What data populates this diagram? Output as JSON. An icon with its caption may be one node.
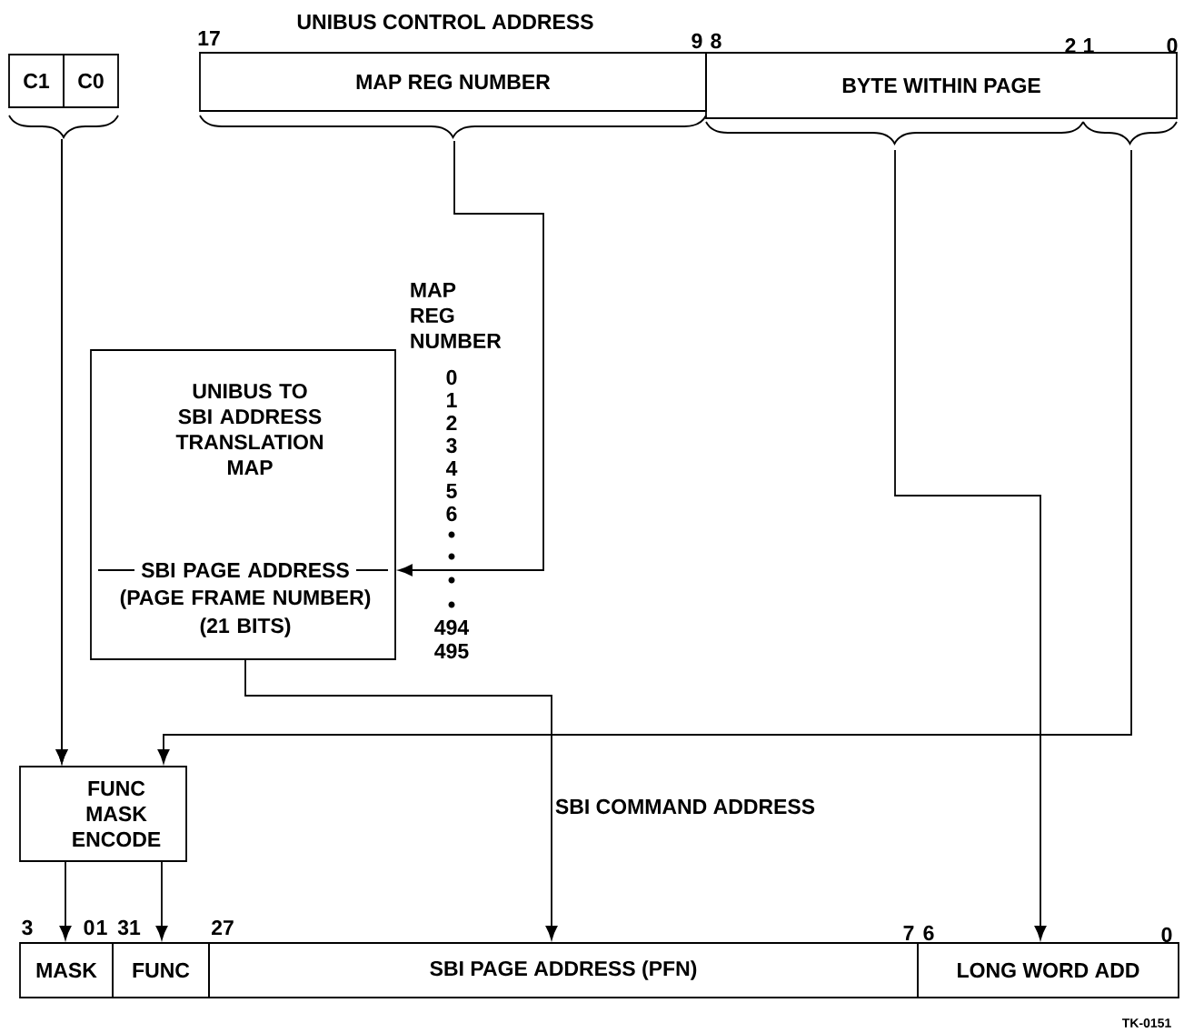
{
  "diagram": {
    "nodes": [
      {
        "text": [
          "C1"
        ]
      },
      {
        "text": [
          "C0"
        ]
      },
      {
        "text": [
          "MAP REG NUMBER"
        ]
      },
      {
        "text": [
          "BYTE WITHIN PAGE"
        ]
      },
      {
        "text": [
          "UNIBUS TO SBI ADDRESS TRANSLATION MAP",
          "SBI PAGE ADDRESS",
          "(PAGE FRAME NUMBER)",
          "(21 BITS)"
        ]
      },
      {
        "text": [
          "FUNC MASK ENCODE"
        ]
      },
      {
        "text": [
          "MASK"
        ]
      },
      {
        "text": [
          "FUNC"
        ]
      },
      {
        "text": [
          "SBI PAGE ADDRESS (PFN)"
        ]
      },
      {
        "text": [
          "LONG WORD ADD"
        ]
      }
    ],
    "edges": [
      {
        "from": 0,
        "to": 5,
        "arrow": "to"
      },
      {
        "from": 1,
        "to": 5,
        "arrow": "to"
      },
      {
        "from": 2,
        "to": 4,
        "arrow": "to"
      },
      {
        "from": 3,
        "to": 9,
        "arrow": "to"
      },
      {
        "from": 3,
        "to": 5,
        "arrow": "to"
      },
      {
        "from": 4,
        "to": 8,
        "arrow": "to"
      },
      {
        "from": 5,
        "to": 6,
        "arrow": "to"
      },
      {
        "from": 5,
        "to": 7,
        "arrow": "to"
      }
    ],
    "labels": [
      "UNIBUS CONTROL ADDRESS",
      "17",
      "9",
      "8",
      "2",
      "1",
      "0",
      "MAP REG NUMBER",
      "0",
      "1",
      "2",
      "3",
      "4",
      "5",
      "6",
      "494",
      "495",
      "SBI COMMAND ADDRESS",
      "3",
      "0",
      "1",
      "31",
      "27",
      "7",
      "6",
      "0",
      "TK-0151"
    ]
  }
}
